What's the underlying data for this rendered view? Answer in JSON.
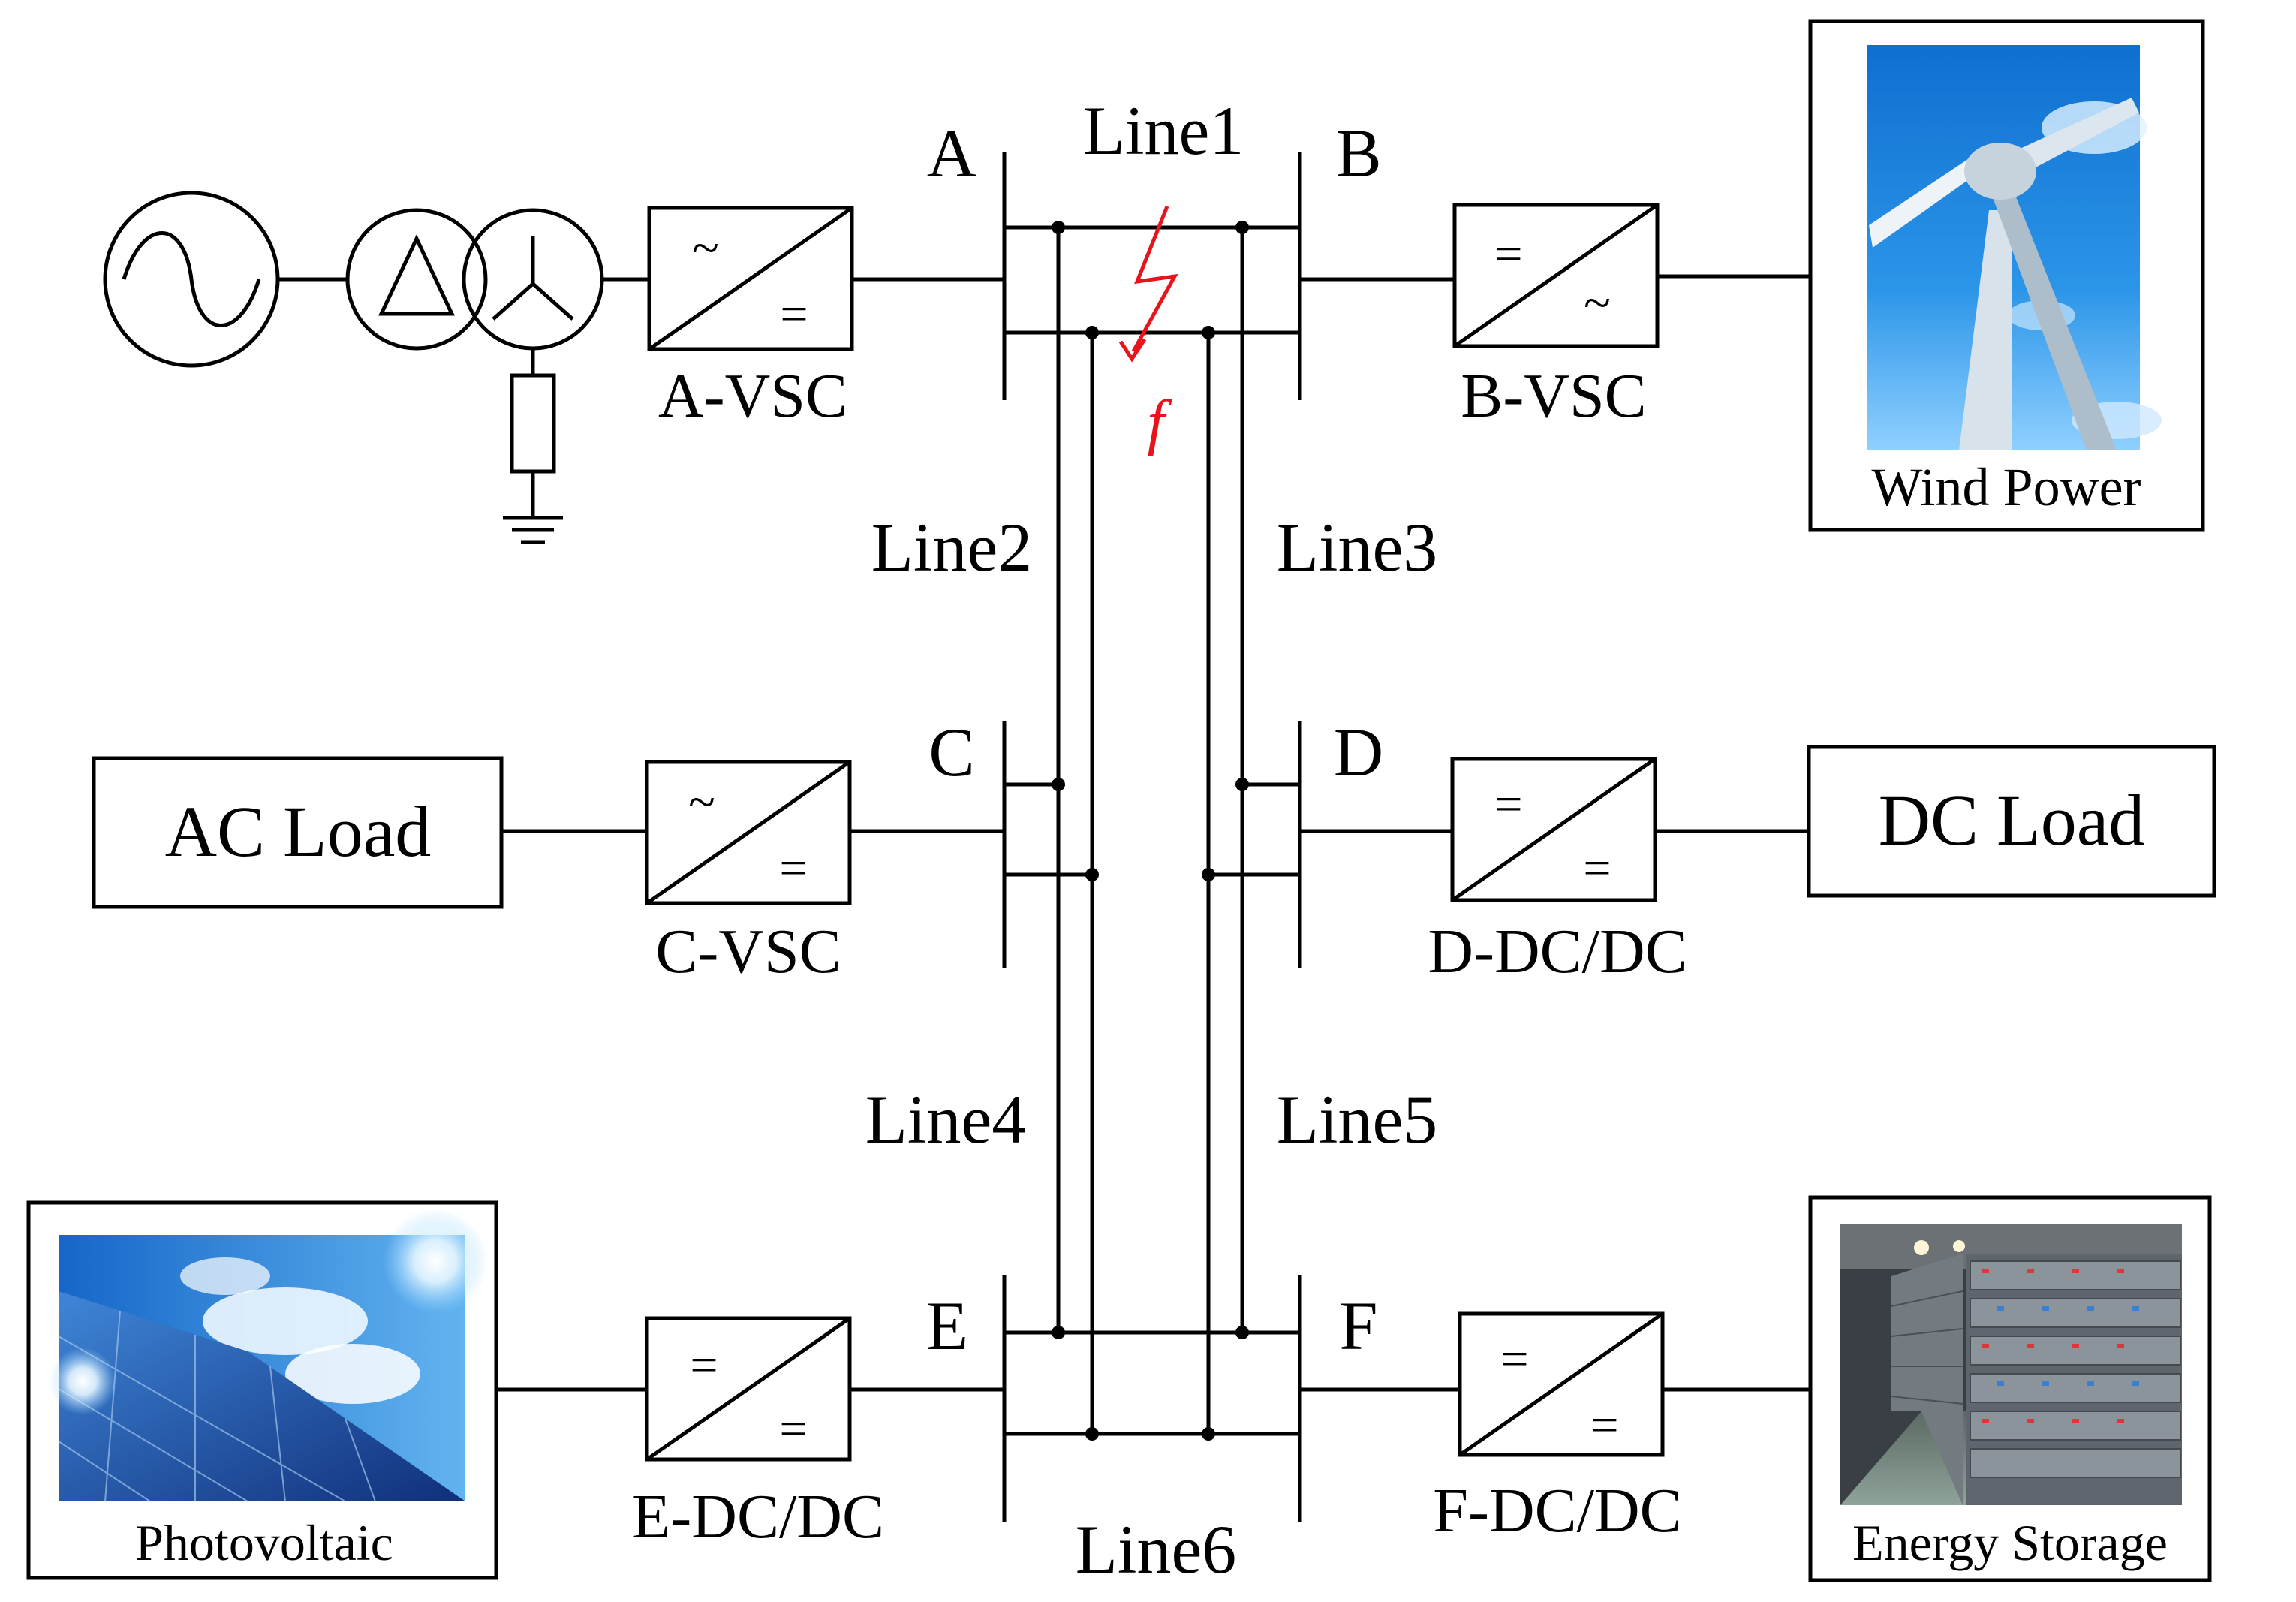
{
  "buses": {
    "a": "A",
    "b": "B",
    "c": "C",
    "d": "D",
    "e": "E",
    "f": "F"
  },
  "lines": {
    "l1": "Line1",
    "l2": "Line2",
    "l3": "Line3",
    "l4": "Line4",
    "l5": "Line5",
    "l6": "Line6"
  },
  "converters": {
    "a": {
      "label": "A-VSC",
      "top": "~",
      "bottom": "="
    },
    "b": {
      "label": "B-VSC",
      "top": "=",
      "bottom": "~"
    },
    "c": {
      "label": "C-VSC",
      "top": "~",
      "bottom": "="
    },
    "d": {
      "label": "D-DC/DC",
      "top": "=",
      "bottom": "="
    },
    "e": {
      "label": "E-DC/DC",
      "top": "=",
      "bottom": "="
    },
    "f": {
      "label": "F-DC/DC",
      "top": "=",
      "bottom": "="
    }
  },
  "sources": {
    "wind": "Wind Power",
    "pv": "Photovoltaic",
    "storage": "Energy Storage",
    "ac_load": "AC Load",
    "dc_load": "DC Load"
  },
  "fault": {
    "label": "f",
    "color": "#e8141c"
  },
  "colors": {
    "sky": "#1a7fd6",
    "sky_light": "#8fd0ff",
    "panel": "#1c4f9e",
    "storage_bg": "#3a3f45"
  }
}
